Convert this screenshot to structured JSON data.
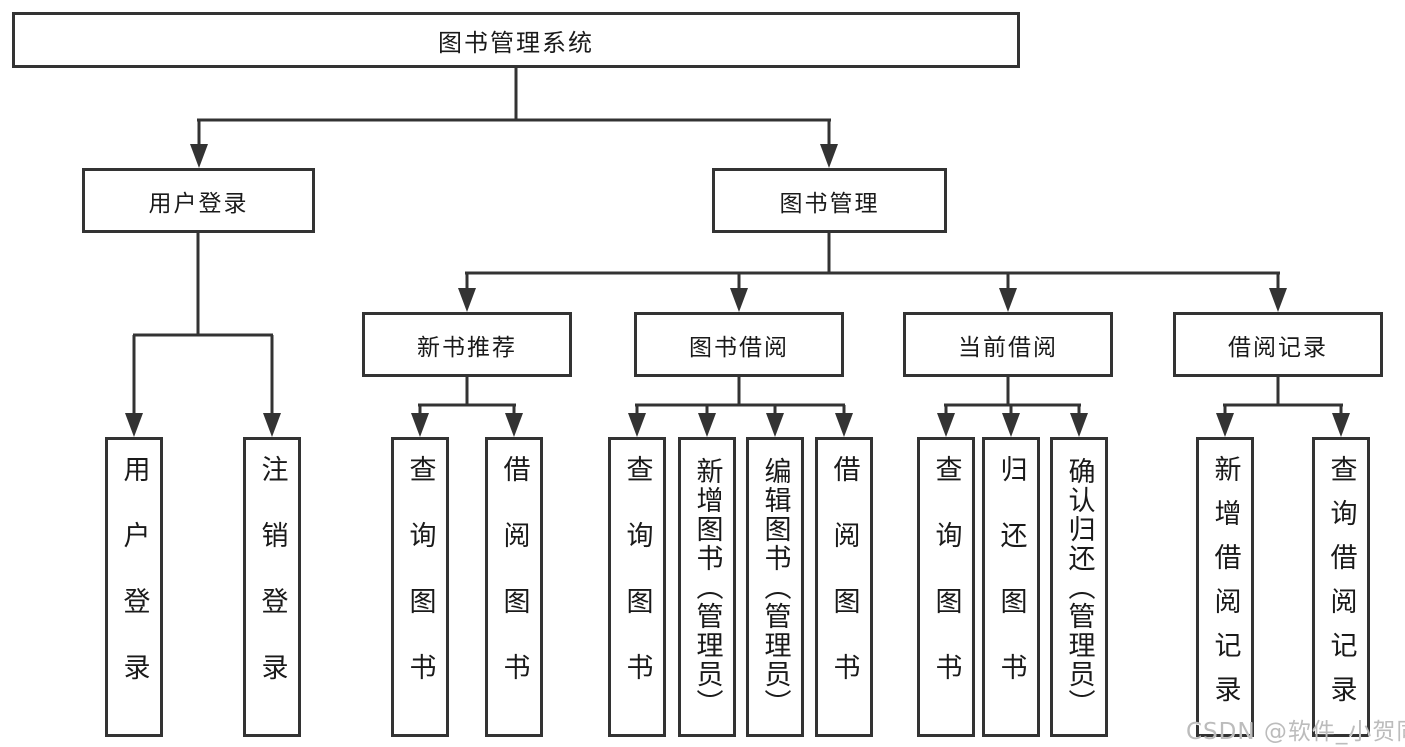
{
  "diagram": {
    "title": "图书管理系统",
    "level1": [
      {
        "label": "用户登录"
      },
      {
        "label": "图书管理"
      }
    ],
    "level2": [
      {
        "label": "新书推荐"
      },
      {
        "label": "图书借阅"
      },
      {
        "label": "当前借阅"
      },
      {
        "label": "借阅记录"
      }
    ],
    "leaves": {
      "user_login": [
        "用户登录",
        "注销登录"
      ],
      "new_book": [
        "查询图书",
        "借阅图书"
      ],
      "book_borrow": [
        "查询图书",
        "新增图书（管理员）",
        "编辑图书（管理员）",
        "借阅图书"
      ],
      "current_borrow": [
        "查询图书",
        "归还图书",
        "确认归还（管理员）"
      ],
      "borrow_records": [
        "新增借阅记录",
        "查询借阅记录"
      ]
    },
    "colors": {
      "line": "#333333",
      "text": "#1a1a1a",
      "watermark": "#bcbcbc",
      "background": "#ffffff"
    }
  },
  "watermark": "CSDN @软件_小贺同学"
}
